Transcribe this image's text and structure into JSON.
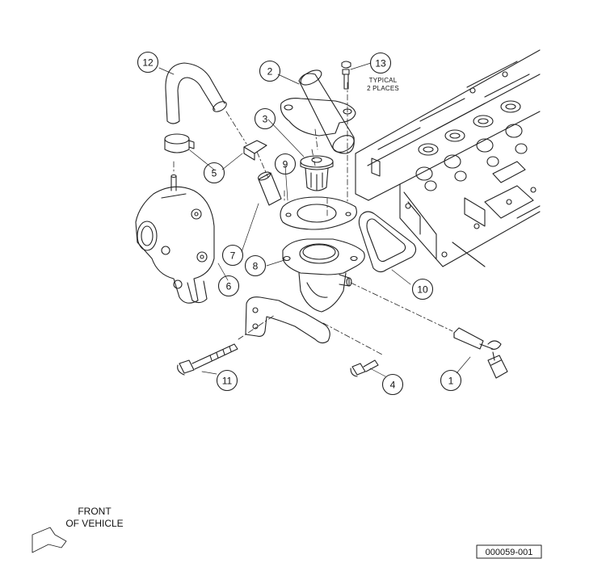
{
  "callouts": [
    "1",
    "2",
    "3",
    "4",
    "5",
    "6",
    "7",
    "8",
    "9",
    "10",
    "11",
    "12",
    "13"
  ],
  "note_13": {
    "line1": "TYPICAL",
    "line2": "2 PLACES"
  },
  "front": {
    "line1": "FRONT",
    "line2": "OF VEHICLE"
  },
  "figure_id": "000059-001"
}
